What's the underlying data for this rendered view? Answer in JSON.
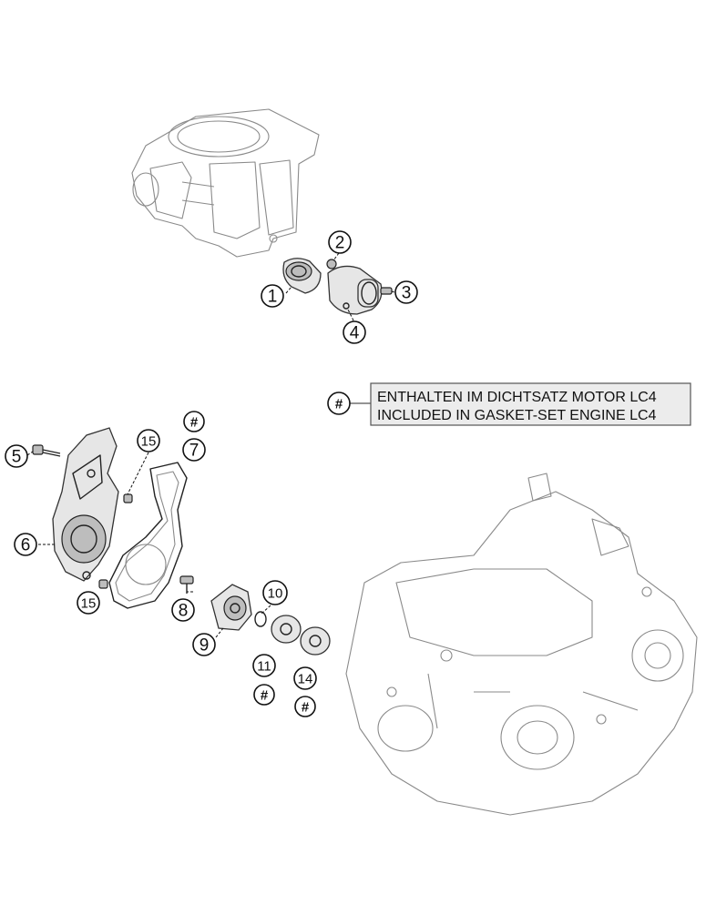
{
  "legend": {
    "symbol": "#",
    "line1": "ENTHALTEN IM DICHTSATZ MOTOR LC4",
    "line2": "INCLUDED IN GASKET-SET ENGINE LC4"
  },
  "callouts": {
    "c1": "1",
    "c2": "2",
    "c3": "3",
    "c4": "4",
    "c5": "5",
    "c6": "6",
    "c7": "7",
    "c8": "8",
    "c9": "9",
    "c10": "10",
    "c11": "11",
    "c14": "14",
    "c15a": "15",
    "c15b": "15"
  },
  "gasket_mark": "#"
}
